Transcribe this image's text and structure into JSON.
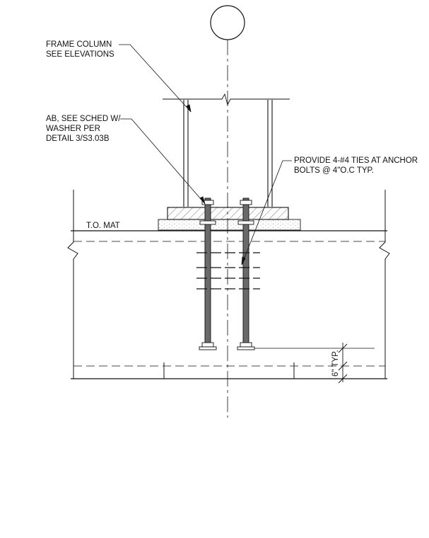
{
  "labels": {
    "frame_column": [
      "FRAME COLUMN",
      "SEE ELEVATIONS"
    ],
    "anchor_bolt": [
      "AB, SEE SCHED W/",
      "WASHER PER",
      "DETAIL 3/S3.03B"
    ],
    "ties": [
      "PROVIDE 4-#4 TIES AT ANCHOR",
      "BOLTS @ 4\"O.C TYP."
    ],
    "top_of_mat": "T.O. MAT",
    "dimension": "6\" TYP."
  },
  "colors": {
    "line": "#111111",
    "hatch": "#555555",
    "grout_stipple": "#888888"
  }
}
